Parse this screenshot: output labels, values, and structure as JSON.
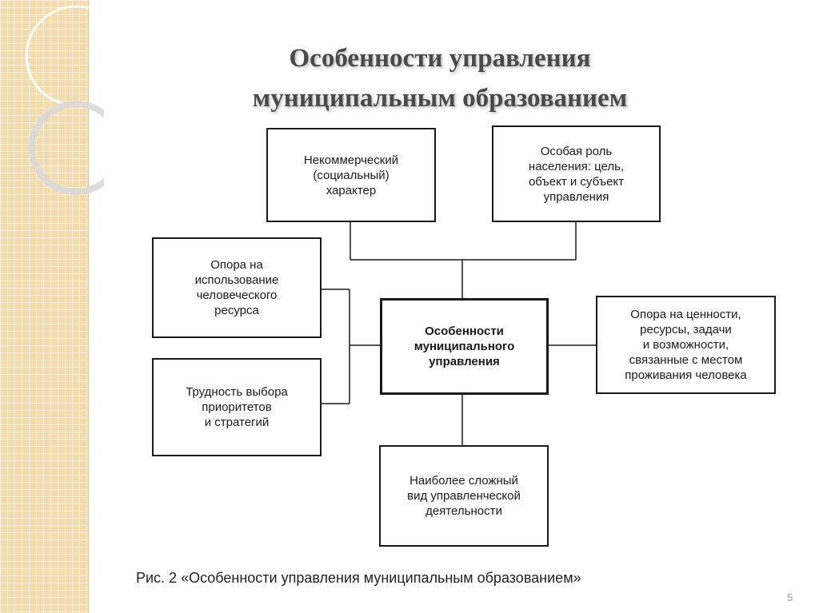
{
  "slide": {
    "title_line1": "Особенности управления",
    "title_line2": "муниципальным образованием",
    "caption": "Рис. 2 «Особенности управления муниципальным образованием»",
    "page_number": "5"
  },
  "diagram": {
    "center": "Особенности\nмуниципального\nуправления",
    "top_left": "Некоммерческий\n(социальный)\nхарактер",
    "top_right": "Особая роль\nнаселения: цель,\nобъект и субъект\nуправления",
    "left_top": "Опора на\nиспользование\nчеловеческого\nресурса",
    "left_bottom": "Трудность выбора\nприоритетов\nи стратегий",
    "right": "Опора на ценности,\nресурсы, задачи\nи возможности,\nсвязанные с местом\nпроживания человека",
    "bottom": "Наиболее сложный\nвид управленческой\nдеятельности"
  },
  "colors": {
    "strip": "#f3dcae",
    "title": "#4a4a4a",
    "line": "#1a1a1a"
  }
}
